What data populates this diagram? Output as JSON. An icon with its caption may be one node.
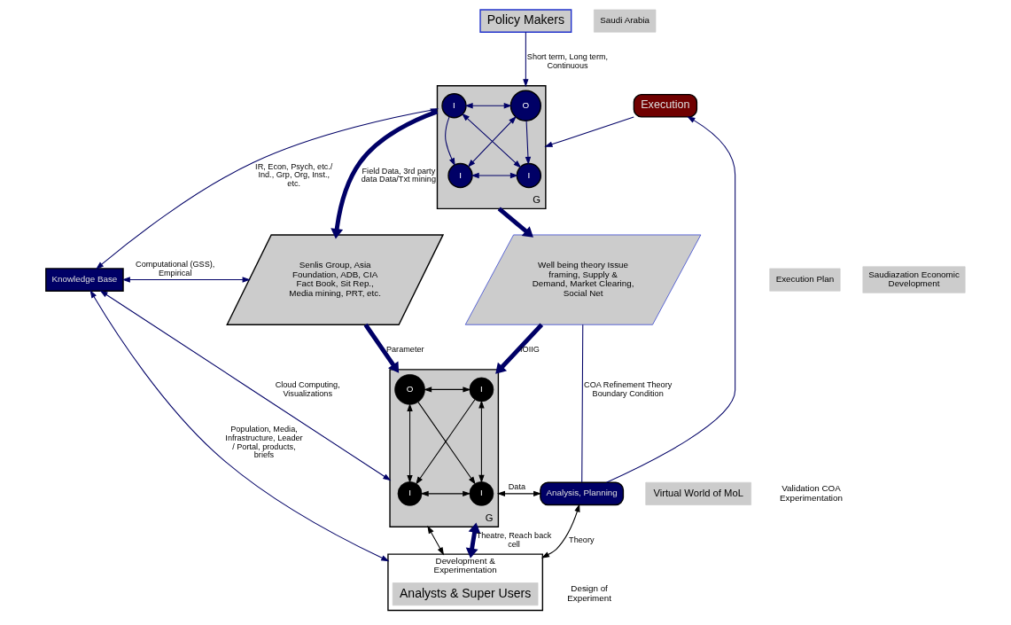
{
  "diagram": {
    "nodes": [
      {
        "text": [
          "Policy Makers"
        ]
      },
      {
        "text": [
          "Saudi Arabia"
        ]
      },
      {
        "text": [
          "Execution"
        ]
      },
      {
        "text": [
          "G"
        ]
      },
      {
        "text": [
          "I"
        ],
        "in": 3
      },
      {
        "text": [
          "O"
        ],
        "in": 3
      },
      {
        "text": [
          "I"
        ],
        "in": 3
      },
      {
        "text": [
          "I"
        ],
        "in": 3
      },
      {
        "text": [
          "Execution Plan"
        ]
      },
      {
        "text": [
          "Saudiazation Economic Development"
        ]
      },
      {
        "text": [
          "Well being theory Issue framing, Supply & Demand, Market Clearing, Social Net"
        ]
      },
      {
        "text": [
          "Senlis Group, Asia Foundation, ADB, CIA Fact Book, Sit Rep., Media mining, PRT, etc."
        ]
      },
      {
        "text": [
          "Knowledge Base"
        ]
      },
      {
        "text": [
          "Analysis, Planning"
        ]
      },
      {
        "text": [
          "Virtual World of MoL"
        ]
      },
      {
        "text": [
          "G"
        ]
      },
      {
        "text": [
          "I"
        ],
        "in": 15
      },
      {
        "text": [
          "O"
        ],
        "in": 15
      },
      {
        "text": [
          "I"
        ],
        "in": 15
      },
      {
        "text": [
          "I"
        ],
        "in": 15
      },
      {
        "text": [
          "Development & Experimentation"
        ]
      },
      {
        "text": [
          "Analysts & Super Users"
        ],
        "in": 20
      }
    ],
    "edges": [
      {
        "from": 0,
        "to": 3,
        "arrow": "to",
        "label": "Short term, Long term, Continuous"
      },
      {
        "from": 2,
        "to": 3,
        "arrow": "to"
      },
      {
        "from": 4,
        "to": 5,
        "arrow": "both"
      },
      {
        "from": 5,
        "to": 6,
        "arrow": "both"
      },
      {
        "from": 6,
        "to": 4,
        "arrow": "to"
      },
      {
        "from": 5,
        "to": 7,
        "arrow": "to"
      },
      {
        "from": 4,
        "to": 7,
        "arrow": "both"
      },
      {
        "from": 7,
        "to": 6,
        "arrow": "both"
      },
      {
        "from": 12,
        "to": 3,
        "arrow": "both",
        "label": "IR, Econ, Psych, etc./ Ind., Grp, Org, Inst., etc."
      },
      {
        "from": 3,
        "to": 10,
        "arrow": "to",
        "style": "thick"
      },
      {
        "from": 3,
        "to": 11,
        "arrow": "to",
        "style": "thick",
        "label": "Field Data, 3rd party data Data/Txt mining"
      },
      {
        "from": 13,
        "to": 2,
        "arrow": "to"
      },
      {
        "from": 13,
        "to": 10,
        "arrow": "none",
        "label": "COA Refinement Theory Boundary Condition"
      },
      {
        "from": 12,
        "to": 11,
        "arrow": "both",
        "label": "Computational (GSS), Empirical"
      },
      {
        "from": 10,
        "to": 15,
        "arrow": "to",
        "style": "thick",
        "label": "IOIIG"
      },
      {
        "from": 11,
        "to": 15,
        "arrow": "to",
        "style": "thick",
        "label": "Parameter"
      },
      {
        "from": 15,
        "to": 13,
        "arrow": "both",
        "label": "Data",
        "color": "#000000"
      },
      {
        "from": 16,
        "to": 17,
        "arrow": "both",
        "color": "#000000"
      },
      {
        "from": 17,
        "to": 18,
        "arrow": "both",
        "color": "#000000"
      },
      {
        "from": 18,
        "to": 16,
        "arrow": "to",
        "color": "#000000"
      },
      {
        "from": 17,
        "to": 19,
        "arrow": "to",
        "color": "#000000"
      },
      {
        "from": 16,
        "to": 19,
        "arrow": "both",
        "color": "#000000"
      },
      {
        "from": 19,
        "to": 18,
        "arrow": "both",
        "color": "#000000"
      },
      {
        "from": 12,
        "to": 15,
        "arrow": "both",
        "label": "Cloud Computing, Visualizations"
      },
      {
        "from": 15,
        "to": 20,
        "arrow": "both",
        "color": "#000000"
      },
      {
        "from": 15,
        "to": 20,
        "arrow": "both",
        "style": "thick",
        "label": "Theatre, Reach back cell"
      },
      {
        "from": 13,
        "to": 20,
        "arrow": "both",
        "label": "Theory",
        "color": "#000000"
      },
      {
        "from": 12,
        "to": 20,
        "arrow": "both",
        "label": "Population, Media, Infrastructure, Leader / Portal, products, briefs"
      }
    ],
    "labels": [
      "Validation COA Experimentation",
      "Design of Experiment"
    ]
  }
}
